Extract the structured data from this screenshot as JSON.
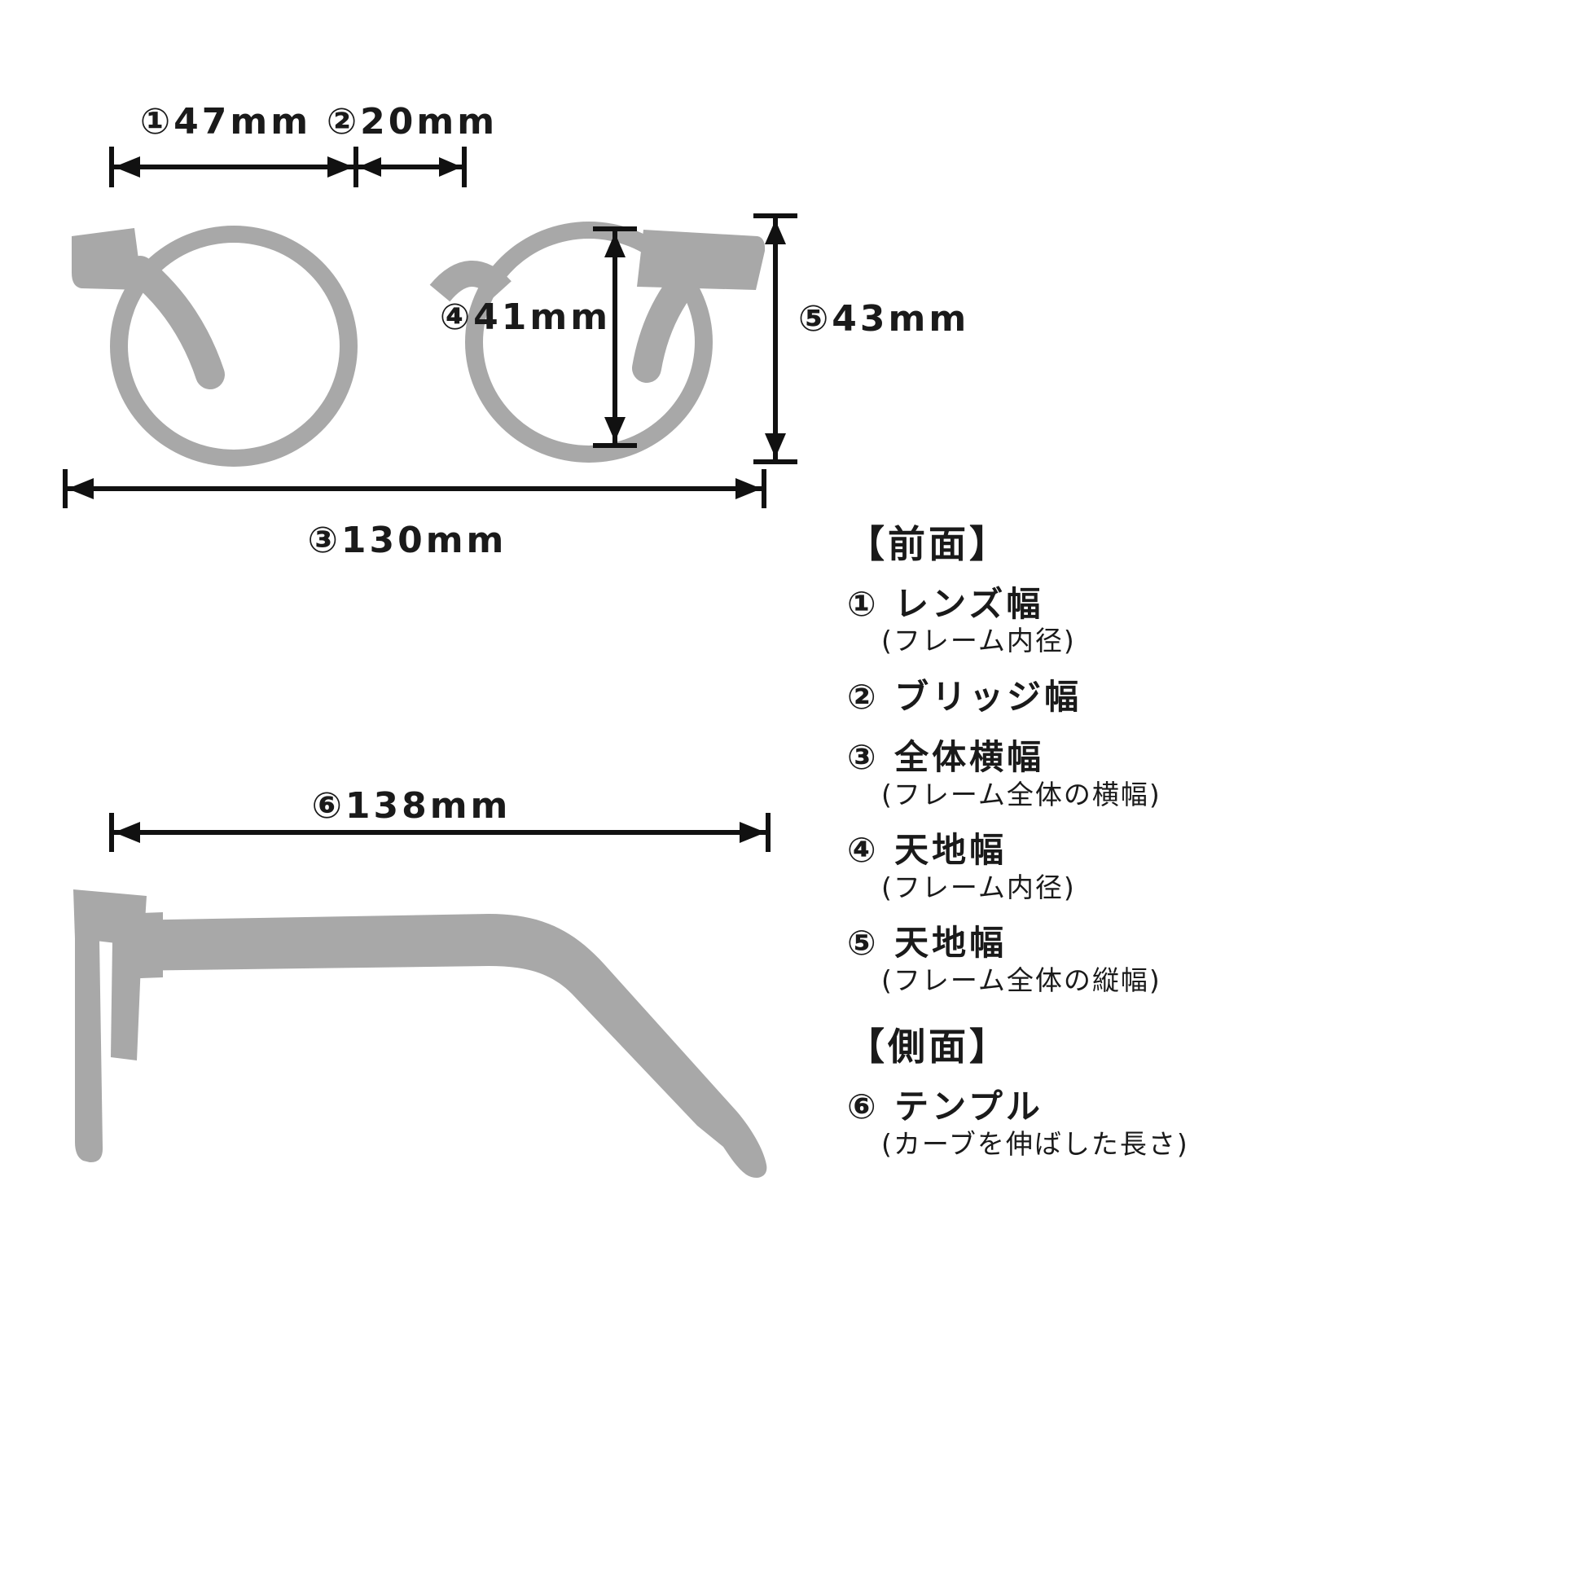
{
  "colors": {
    "silhouette": "#a8a8a8",
    "line": "#111111",
    "background": "#ffffff"
  },
  "front_view": {
    "dim_lens_width": "①47mm",
    "dim_bridge_width": "②20mm",
    "dim_total_width": "③130mm",
    "dim_lens_height": "④41mm",
    "dim_frame_height": "⑤43mm"
  },
  "side_view": {
    "dim_temple_length": "⑥138mm"
  },
  "legend": {
    "front_header": "【前面】",
    "front_items": [
      {
        "label": "① レンズ幅",
        "note": "(フレーム内径)"
      },
      {
        "label": "② ブリッジ幅",
        "note": ""
      },
      {
        "label": "③ 全体横幅",
        "note": "(フレーム全体の横幅)"
      },
      {
        "label": "④ 天地幅",
        "note": "(フレーム内径)"
      },
      {
        "label": "⑤ 天地幅",
        "note": "(フレーム全体の縦幅)"
      }
    ],
    "side_header": "【側面】",
    "side_items": [
      {
        "label": "⑥ テンプル",
        "note": "(カーブを伸ばした長さ)"
      }
    ]
  }
}
